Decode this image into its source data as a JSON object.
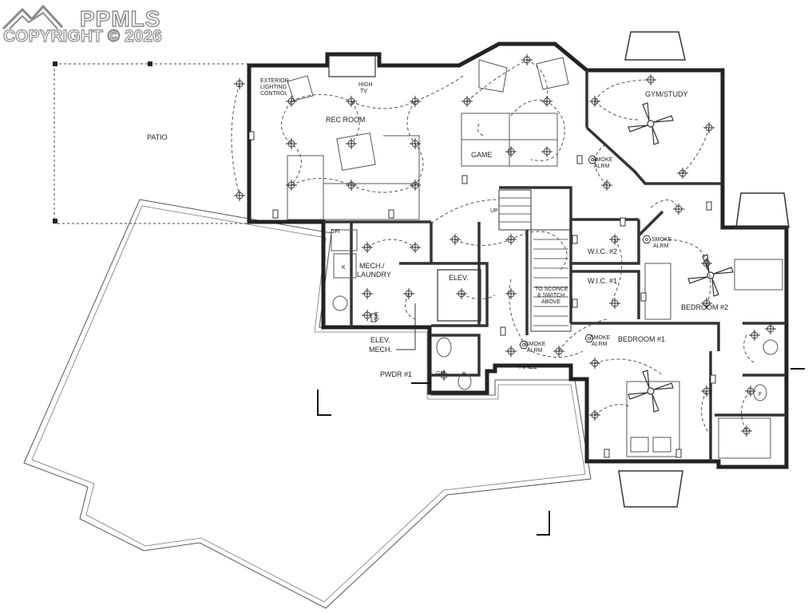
{
  "watermark": {
    "brand": "PPMLS",
    "copyright": "COPYRIGHT © 2026"
  },
  "rooms": {
    "patio": "PATIO",
    "rec_room": "REC ROOM",
    "game": "GAME",
    "gym_study": "GYM/STUDY",
    "mech_laundry_1": "MECH./",
    "mech_laundry_2": "LAUNDRY",
    "elev": "ELEV.",
    "hall": "HALL",
    "wic2": "W.I.C. #2",
    "wic1": "W.I.C. #1",
    "bedroom2": "BEDROOM #2",
    "bedroom1": "BEDROOM #1"
  },
  "annotations": {
    "ext_lighting_1": "EXTERIOR",
    "ext_lighting_2": "LIGHTING",
    "ext_lighting_3": "CONTROL",
    "high_tv_1": "HIGH",
    "high_tv_2": "TV",
    "smoke_gym_1": "SMOKE",
    "smoke_gym_2": "ALRM",
    "smoke_bed2_1": "SMOKE",
    "smoke_bed2_2": "ALRM",
    "smoke_hall_1": "SMOKE",
    "smoke_hall_2": "ALRM",
    "smoke_bed1_1": "SMOKE",
    "smoke_bed1_2": "ALRM",
    "up": "UP",
    "sconce_1": "TO SCONCE",
    "sconce_2": "& SWITCH",
    "sconce_3": "ABOVE",
    "elev_mech_1": "ELEV.",
    "elev_mech_2": "MECH.",
    "pwdr": "PWDR #1",
    "gfi_1": "GFI",
    "gfi_2": "GFI",
    "gfi_3": "GFI",
    "f_1": "F",
    "f_2": "F",
    "k": "K"
  }
}
